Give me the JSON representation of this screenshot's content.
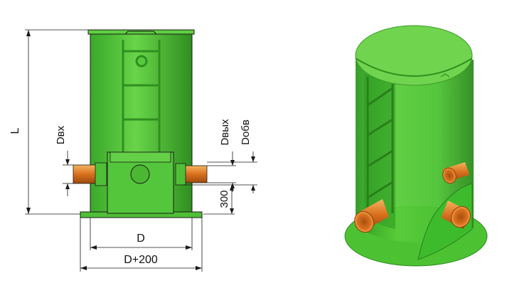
{
  "drawing": {
    "labels": {
      "height": "L",
      "inlet_diameter": "Dвх",
      "outlet_diameter": "Dвых",
      "vent_diameter": "Dобв",
      "offset": "300",
      "base_diameter": "D",
      "flange_diameter": "D+200"
    },
    "colors": {
      "body": "#56c93d",
      "body_dark": "#2f8f1f",
      "body_light": "#8ee06a",
      "pipe": "#d9701e",
      "pipe_light": "#f6b45f",
      "line": "#1a1a1a"
    }
  }
}
